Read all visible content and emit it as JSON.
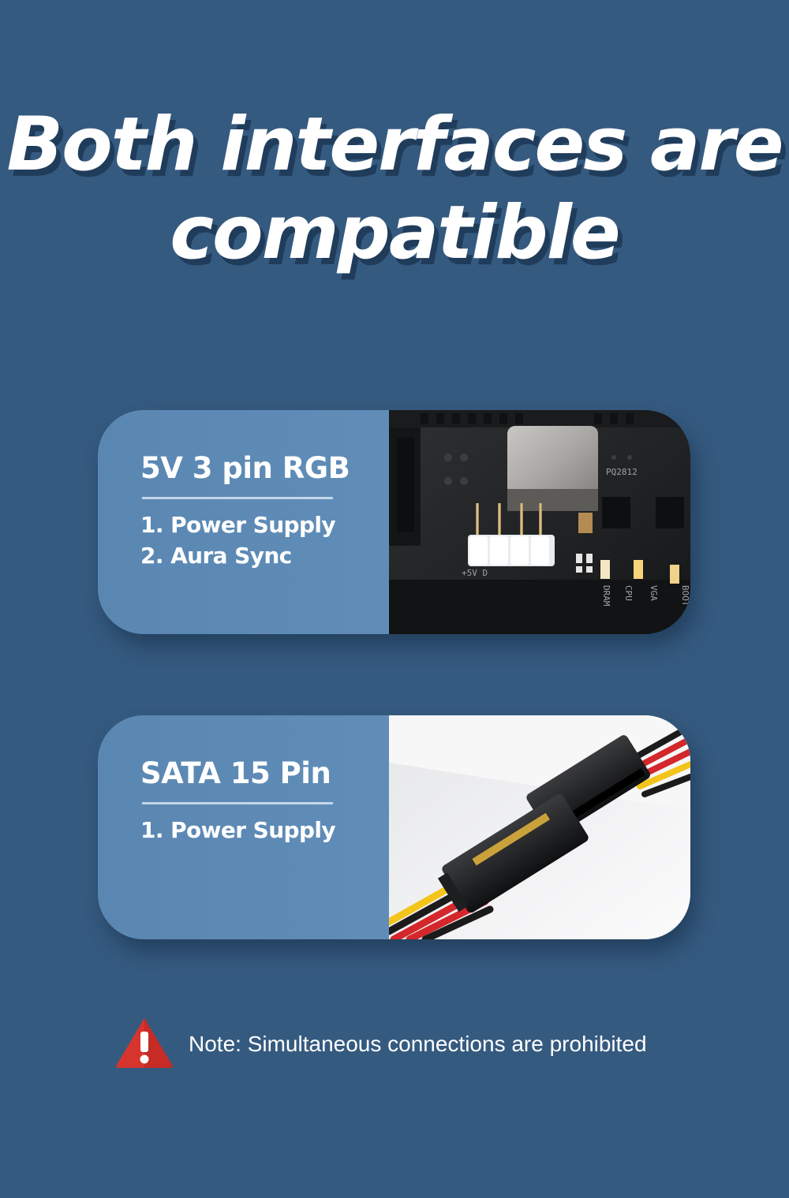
{
  "headline": {
    "line1": "Both interfaces are",
    "line2": "compatible"
  },
  "cards": [
    {
      "title": "5V 3 pin RGB",
      "features": [
        "1. Power Supply",
        "2. Aura Sync"
      ],
      "photo_labels": [
        "+5V D",
        "PQ2812",
        "DRAM",
        "CPU",
        "VGA",
        "BOOT"
      ]
    },
    {
      "title": "SATA 15 Pin",
      "features": [
        "1. Power Supply"
      ]
    }
  ],
  "note": {
    "text": "Note: Simultaneous connections are prohibited",
    "icon": "warning-icon"
  },
  "colors": {
    "background": "#355a7f",
    "card": "#5f8db8",
    "warning": "#d8342e"
  }
}
